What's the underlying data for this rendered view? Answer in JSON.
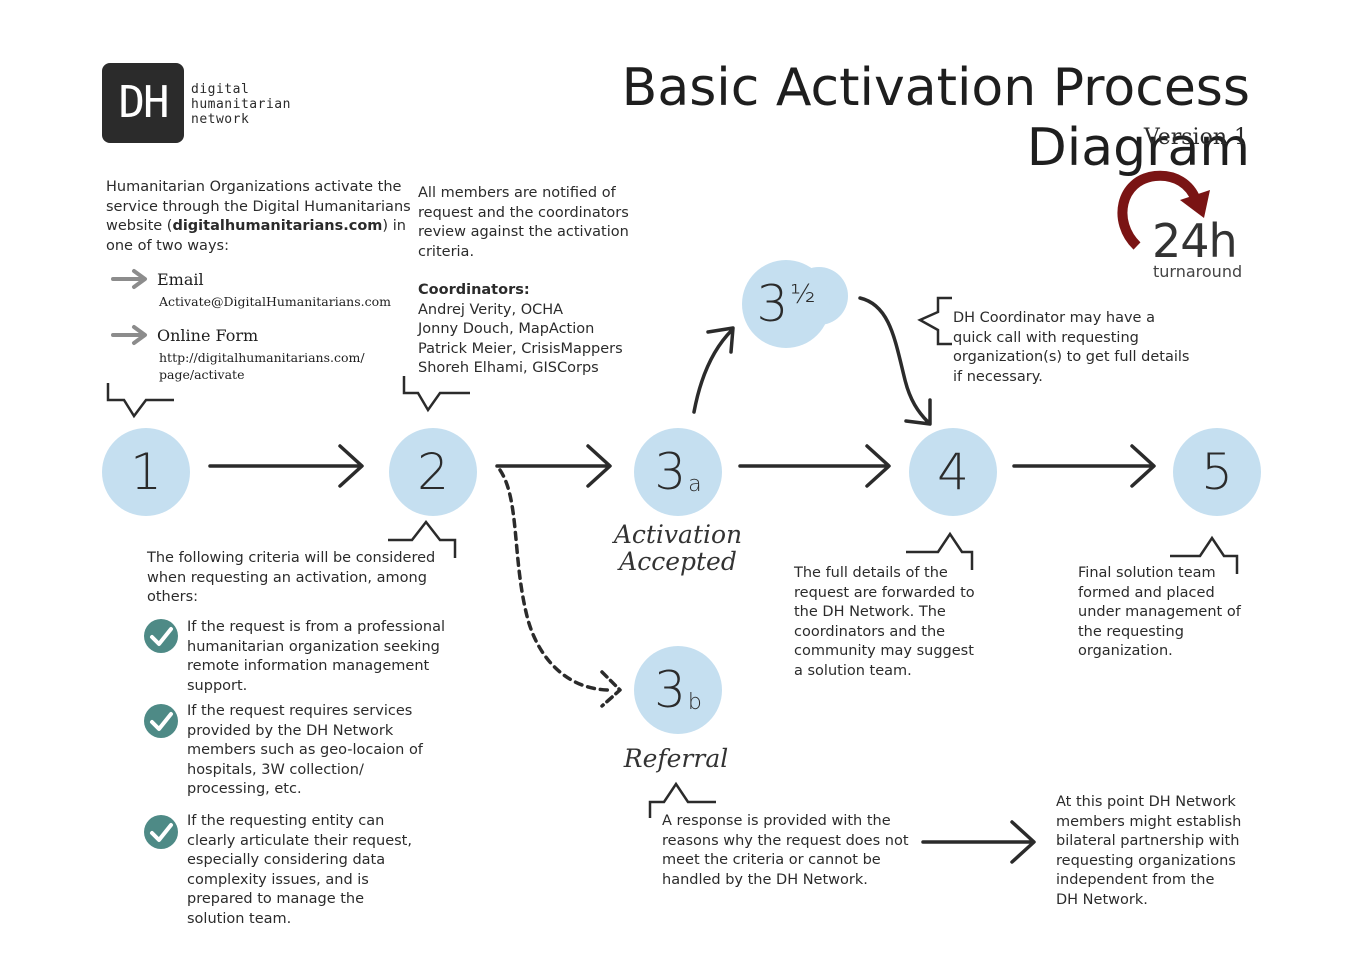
{
  "logo": {
    "mark": "DH",
    "line1": "digital",
    "line2": "humanitarian",
    "line3": "network"
  },
  "title": "Basic Activation Process Diagram",
  "version": "Version 1",
  "badge": {
    "value": "24h",
    "label": "turnaround",
    "arrow_color": "#7a1414"
  },
  "colors": {
    "circle_fill": "#c5dff0",
    "check_fill": "#4e8a86",
    "arrow_gray": "#8c8c8c",
    "ink": "#2b2b2b"
  },
  "steps": {
    "s1": {
      "number": "1"
    },
    "s2": {
      "number": "2"
    },
    "s3a": {
      "number": "3",
      "sub": "a",
      "label_line1": "Activation",
      "label_line2": "Accepted"
    },
    "s3half": {
      "number": "3",
      "sub": "½"
    },
    "s3b": {
      "number": "3",
      "sub": "b",
      "label": "Referral"
    },
    "s4": {
      "number": "4"
    },
    "s5": {
      "number": "5"
    }
  },
  "step1_intro": {
    "line1": "Humanitarian Organizations activate the",
    "line2": "service through the Digital Humanitarians",
    "line3_pre": "website (",
    "line3_bold": "digitalhumanitarians.com",
    "line3_post": ") in",
    "line4": "one of two ways:"
  },
  "ways": [
    {
      "label": "Email",
      "detail1": "Activate@DigitalHumanitarians.com",
      "detail2": ""
    },
    {
      "label": "Online Form",
      "detail1": "http://digitalhumanitarians.com/",
      "detail2": "page/activate"
    }
  ],
  "step2_text": {
    "l1": "All members are notified of",
    "l2": "request and the coordinators",
    "l3": "review against the activation",
    "l4": "criteria."
  },
  "coordinators": {
    "heading": "Coordinators:",
    "names": [
      "Andrej Verity, OCHA",
      "Jonny Douch, MapAction",
      "Patrick Meier, CrisisMappers",
      "Shoreh Elhami, GISCorps"
    ]
  },
  "criteria": {
    "intro1": "The following criteria will be considered",
    "intro2": "when requesting an activation, among",
    "intro3": "others:",
    "items": [
      [
        "If the request is from a professional",
        "humanitarian organization seeking",
        "remote information management",
        "support."
      ],
      [
        "If the request requires services",
        "provided by the DH Network",
        "members such as geo-locaion of",
        "hospitals, 3W collection/",
        "processing, etc."
      ],
      [
        "If the requesting entity can",
        "clearly articulate their request,",
        "especially considering data",
        "complexity issues, and is",
        "prepared to manage the",
        "solution team."
      ]
    ]
  },
  "step3half_text": {
    "l1": "DH Coordinator may have a",
    "l2": "quick call with requesting",
    "l3": "organization(s) to get full details",
    "l4": "if necessary."
  },
  "step4_text": {
    "l1": "The full details of the",
    "l2": "request are forwarded to",
    "l3": "the DH Network. The",
    "l4": "coordinators and the",
    "l5": "community may suggest",
    "l6": "a solution team."
  },
  "step5_text": {
    "l1": "Final solution team",
    "l2": "formed and placed",
    "l3": "under management of",
    "l4": "the requesting",
    "l5": "organization."
  },
  "referral_text": {
    "l1": "A response is provided with the",
    "l2": "reasons why the request does not",
    "l3": "meet the criteria or cannot be",
    "l4": "handled by the DH Network."
  },
  "bilateral_text": {
    "l1": "At this point DH Network",
    "l2": "members might establish",
    "l3": "bilateral partnership with",
    "l4": "requesting organizations",
    "l5": "independent from the",
    "l6": "DH Network."
  }
}
